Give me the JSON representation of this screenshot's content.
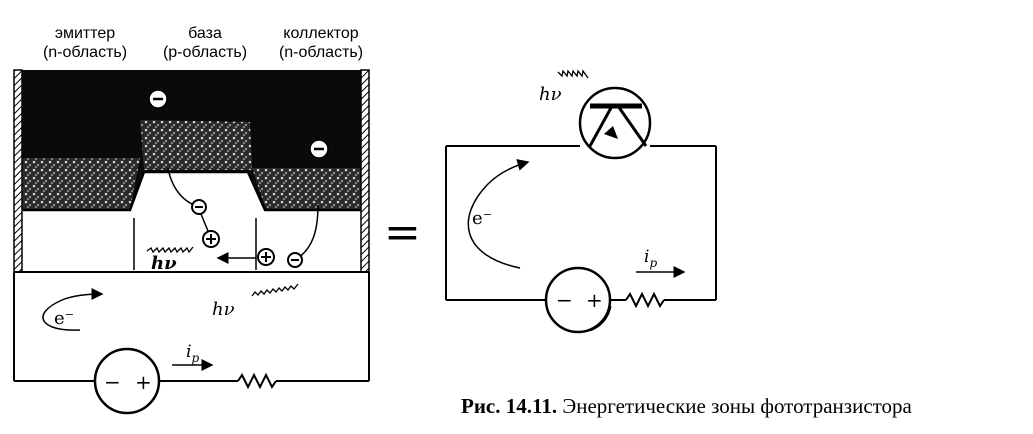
{
  "regions": {
    "emitter": {
      "name": "эмиттер",
      "type": "(n-область)"
    },
    "base": {
      "name": "база",
      "type": "(p-область)"
    },
    "collector": {
      "name": "коллектор",
      "type": "(n-область)"
    }
  },
  "symbols": {
    "photon": "hν",
    "electron": "e⁻",
    "current_letter": "i",
    "current_sub": "p",
    "minus": "−",
    "plus": "+",
    "equals": "="
  },
  "caption": {
    "number": "Рис. 14.11.",
    "text": "Энергетические зоны фототранзистора"
  }
}
